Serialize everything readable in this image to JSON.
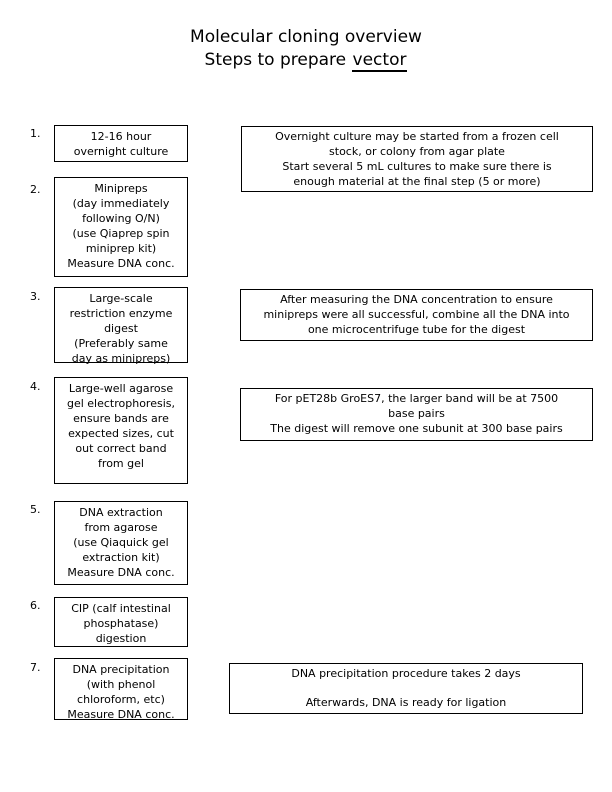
{
  "page": {
    "background_color": "#ffffff",
    "text_color": "#000000",
    "border_color": "#000000"
  },
  "title": {
    "line1": "Molecular cloning overview",
    "line2_prefix": "Steps to prepare ",
    "line2_underlined": "vector"
  },
  "steps": [
    {
      "number": "1.",
      "label": "12-16 hour\novernight culture"
    },
    {
      "number": "2.",
      "label": "Minipreps\n(day immediately\nfollowing O/N)\n(use Qiaprep spin\nminiprep kit)\nMeasure DNA conc."
    },
    {
      "number": "3.",
      "label": "Large-scale\nrestriction enzyme\ndigest\n(Preferably same\nday as minipreps)"
    },
    {
      "number": "4.",
      "label": "Large-well agarose\ngel electrophoresis,\nensure bands are\nexpected sizes, cut\nout correct band\nfrom gel"
    },
    {
      "number": "5.",
      "label": "DNA extraction\nfrom agarose\n(use Qiaquick gel\nextraction kit)\nMeasure DNA conc."
    },
    {
      "number": "6.",
      "label": "CIP (calf intestinal\nphosphatase)\ndigestion"
    },
    {
      "number": "7.",
      "label": "DNA precipitation\n(with phenol\nchloroform, etc)\nMeasure DNA conc."
    }
  ],
  "notes": [
    {
      "text": "Overnight culture may be started from a frozen cell\nstock, or colony from agar plate\nStart several 5 mL cultures to make sure there is\nenough material at the final step (5 or more)"
    },
    {
      "text": "After measuring the DNA concentration to ensure\nminipreps were all successful, combine all the DNA into\none microcentrifuge tube for the digest"
    },
    {
      "text": "For pET28b GroES7, the larger band will be at 7500\nbase pairs\nThe digest will remove one subunit at 300 base pairs"
    },
    {
      "text": "DNA precipitation procedure takes 2 days\n\nAfterwards, DNA is ready for ligation"
    }
  ]
}
